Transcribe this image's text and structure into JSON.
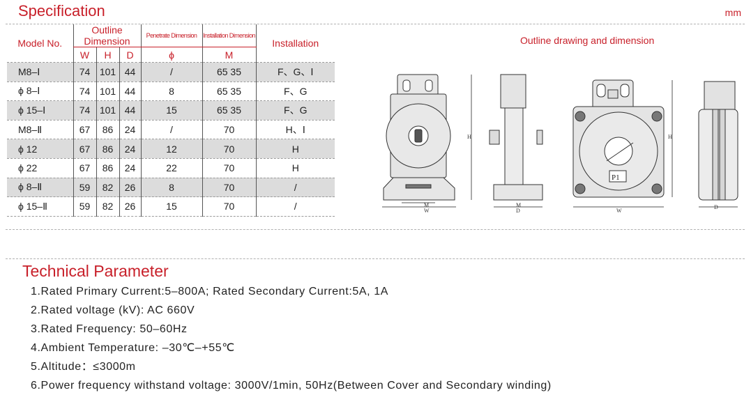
{
  "spec": {
    "title": "Specification",
    "unit": "mm",
    "headers": {
      "model": "Model No.",
      "outline": "Outline Dimension",
      "penetrate": "Penetrate Dimension",
      "install_dim": "Installation Dimension",
      "installation": "Installation",
      "w": "W",
      "h": "H",
      "d": "D",
      "phi": "ϕ",
      "m": "M"
    },
    "rows": [
      {
        "model": "M8–Ⅰ",
        "w": "74",
        "h": "101",
        "d": "44",
        "phi": "/",
        "m": "65 35",
        "inst": "F、G、Ⅰ"
      },
      {
        "model": "ϕ 8–Ⅰ",
        "w": "74",
        "h": "101",
        "d": "44",
        "phi": "8",
        "m": "65 35",
        "inst": "F、G"
      },
      {
        "model": "ϕ 15–Ⅰ",
        "w": "74",
        "h": "101",
        "d": "44",
        "phi": "15",
        "m": "65 35",
        "inst": "F、G"
      },
      {
        "model": "M8–Ⅱ",
        "w": "67",
        "h": "86",
        "d": "24",
        "phi": "/",
        "m": "70",
        "inst": "H、Ⅰ"
      },
      {
        "model": "ϕ 12",
        "w": "67",
        "h": "86",
        "d": "24",
        "phi": "12",
        "m": "70",
        "inst": "H"
      },
      {
        "model": "ϕ 22",
        "w": "67",
        "h": "86",
        "d": "24",
        "phi": "22",
        "m": "70",
        "inst": "H"
      },
      {
        "model": "ϕ 8–Ⅱ",
        "w": "59",
        "h": "82",
        "d": "26",
        "phi": "8",
        "m": "70",
        "inst": "/"
      },
      {
        "model": "ϕ 15–Ⅱ",
        "w": "59",
        "h": "82",
        "d": "26",
        "phi": "15",
        "m": "70",
        "inst": "/"
      }
    ]
  },
  "drawing": {
    "title": "Outline drawing and dimension",
    "labels": {
      "h": "H",
      "w": "W",
      "m": "M",
      "d": "D",
      "p1": "P1"
    }
  },
  "tech": {
    "title": "Technical Parameter",
    "items": [
      "1.Rated Primary Current:5–800A; Rated Secondary Current:5A, 1A",
      "2.Rated voltage (kV): AC 660V",
      "3.Rated Frequency: 50–60Hz",
      "4.Ambient Temperature: –30℃–+55℃",
      "5.Altitude：≤3000m",
      "6.Power frequency withstand voltage: 3000V/1min, 50Hz(Between Cover and Secondary winding)"
    ]
  },
  "colors": {
    "accent": "#c8202a",
    "shade": "#dcdcdc",
    "text": "#222222"
  }
}
